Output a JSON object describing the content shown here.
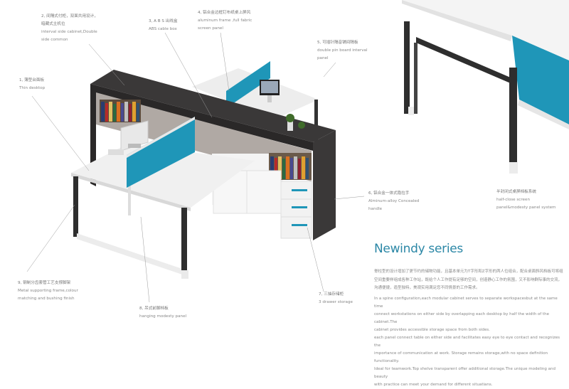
{
  "callouts": [
    {
      "id": "1",
      "cn": "1, 薄型台面板",
      "en": [
        "Thin desktop"
      ]
    },
    {
      "id": "2",
      "cn": "2, 间隔式付柜，双面共用设计，",
      "cn2": "暗藏式主机位",
      "en": [
        "interval side cabinet,Double",
        "side common"
      ]
    },
    {
      "id": "3",
      "cn": "3, A B S 出线盒",
      "en": [
        "ABS cable box"
      ]
    },
    {
      "id": "4",
      "cn": "4, 铝合金边框钉布纸桌上屏风",
      "en": [
        "aluminum frame ,full fabric",
        "screen panel"
      ]
    },
    {
      "id": "5",
      "cn": "5, 可插针隔音铺间隔板",
      "en": [
        "double pin board interval",
        "panel"
      ]
    },
    {
      "id": "6",
      "cn": "6, 铝合金一体式隐拉手",
      "en": [
        "Alminum-alloy Concealed",
        "handle"
      ]
    },
    {
      "id": "7",
      "cn": "7, 三抽存储柜",
      "en": [
        "3 drawer storage"
      ]
    },
    {
      "id": "8",
      "cn": "8, 吊式前脚档板",
      "en": [
        "hanging modesty panel"
      ]
    },
    {
      "id": "9",
      "cn": "9, 钢制分齿套管工艺支撑脚架",
      "en": [
        "Metal supporting frame,colour",
        "matching and bushing finish"
      ]
    },
    {
      "id": "inset",
      "cn": "半封闭式桌屏档板系统",
      "en": [
        "half-close screen",
        "panel&modesty panel system"
      ]
    }
  ],
  "series": {
    "title": "Newindy series",
    "cn_paragraph": "脊柱型的设计增加了更节约的储物功能，且基本单元为T字形和Z字形的两人位组合，配合桌面斜风档板可将组空间重要样组成各种工作站，既给个人工作提有足够的空间，创造静心工作的氛围，又不影响群际事的交流，沟通便捷，造型独特，美观实用满足您不同情景的工作需求。",
    "en_lines": [
      "In a spine configuration,each modular cabinet serves to separate workspacesbut at the same time",
      "connect workstations on either side by overlapping each desktop by half the width of the cabinet.The",
      "cabinet provides accessible storage space from both sides.",
      "each panel connect table on either side and facilitates easy eye to eye contact and recognizes the",
      "importance of communication at work. Storage remains storage,with no space definition functionality.",
      "Ideal for teamwork.Top shelve transparent offer additional storage.The unique modeling and beauty",
      "with practice can meet your demand for different situatians."
    ]
  },
  "colors": {
    "accent": "#2b87a6",
    "panel": "#1f96b8",
    "cabinet": "#3a3838"
  }
}
